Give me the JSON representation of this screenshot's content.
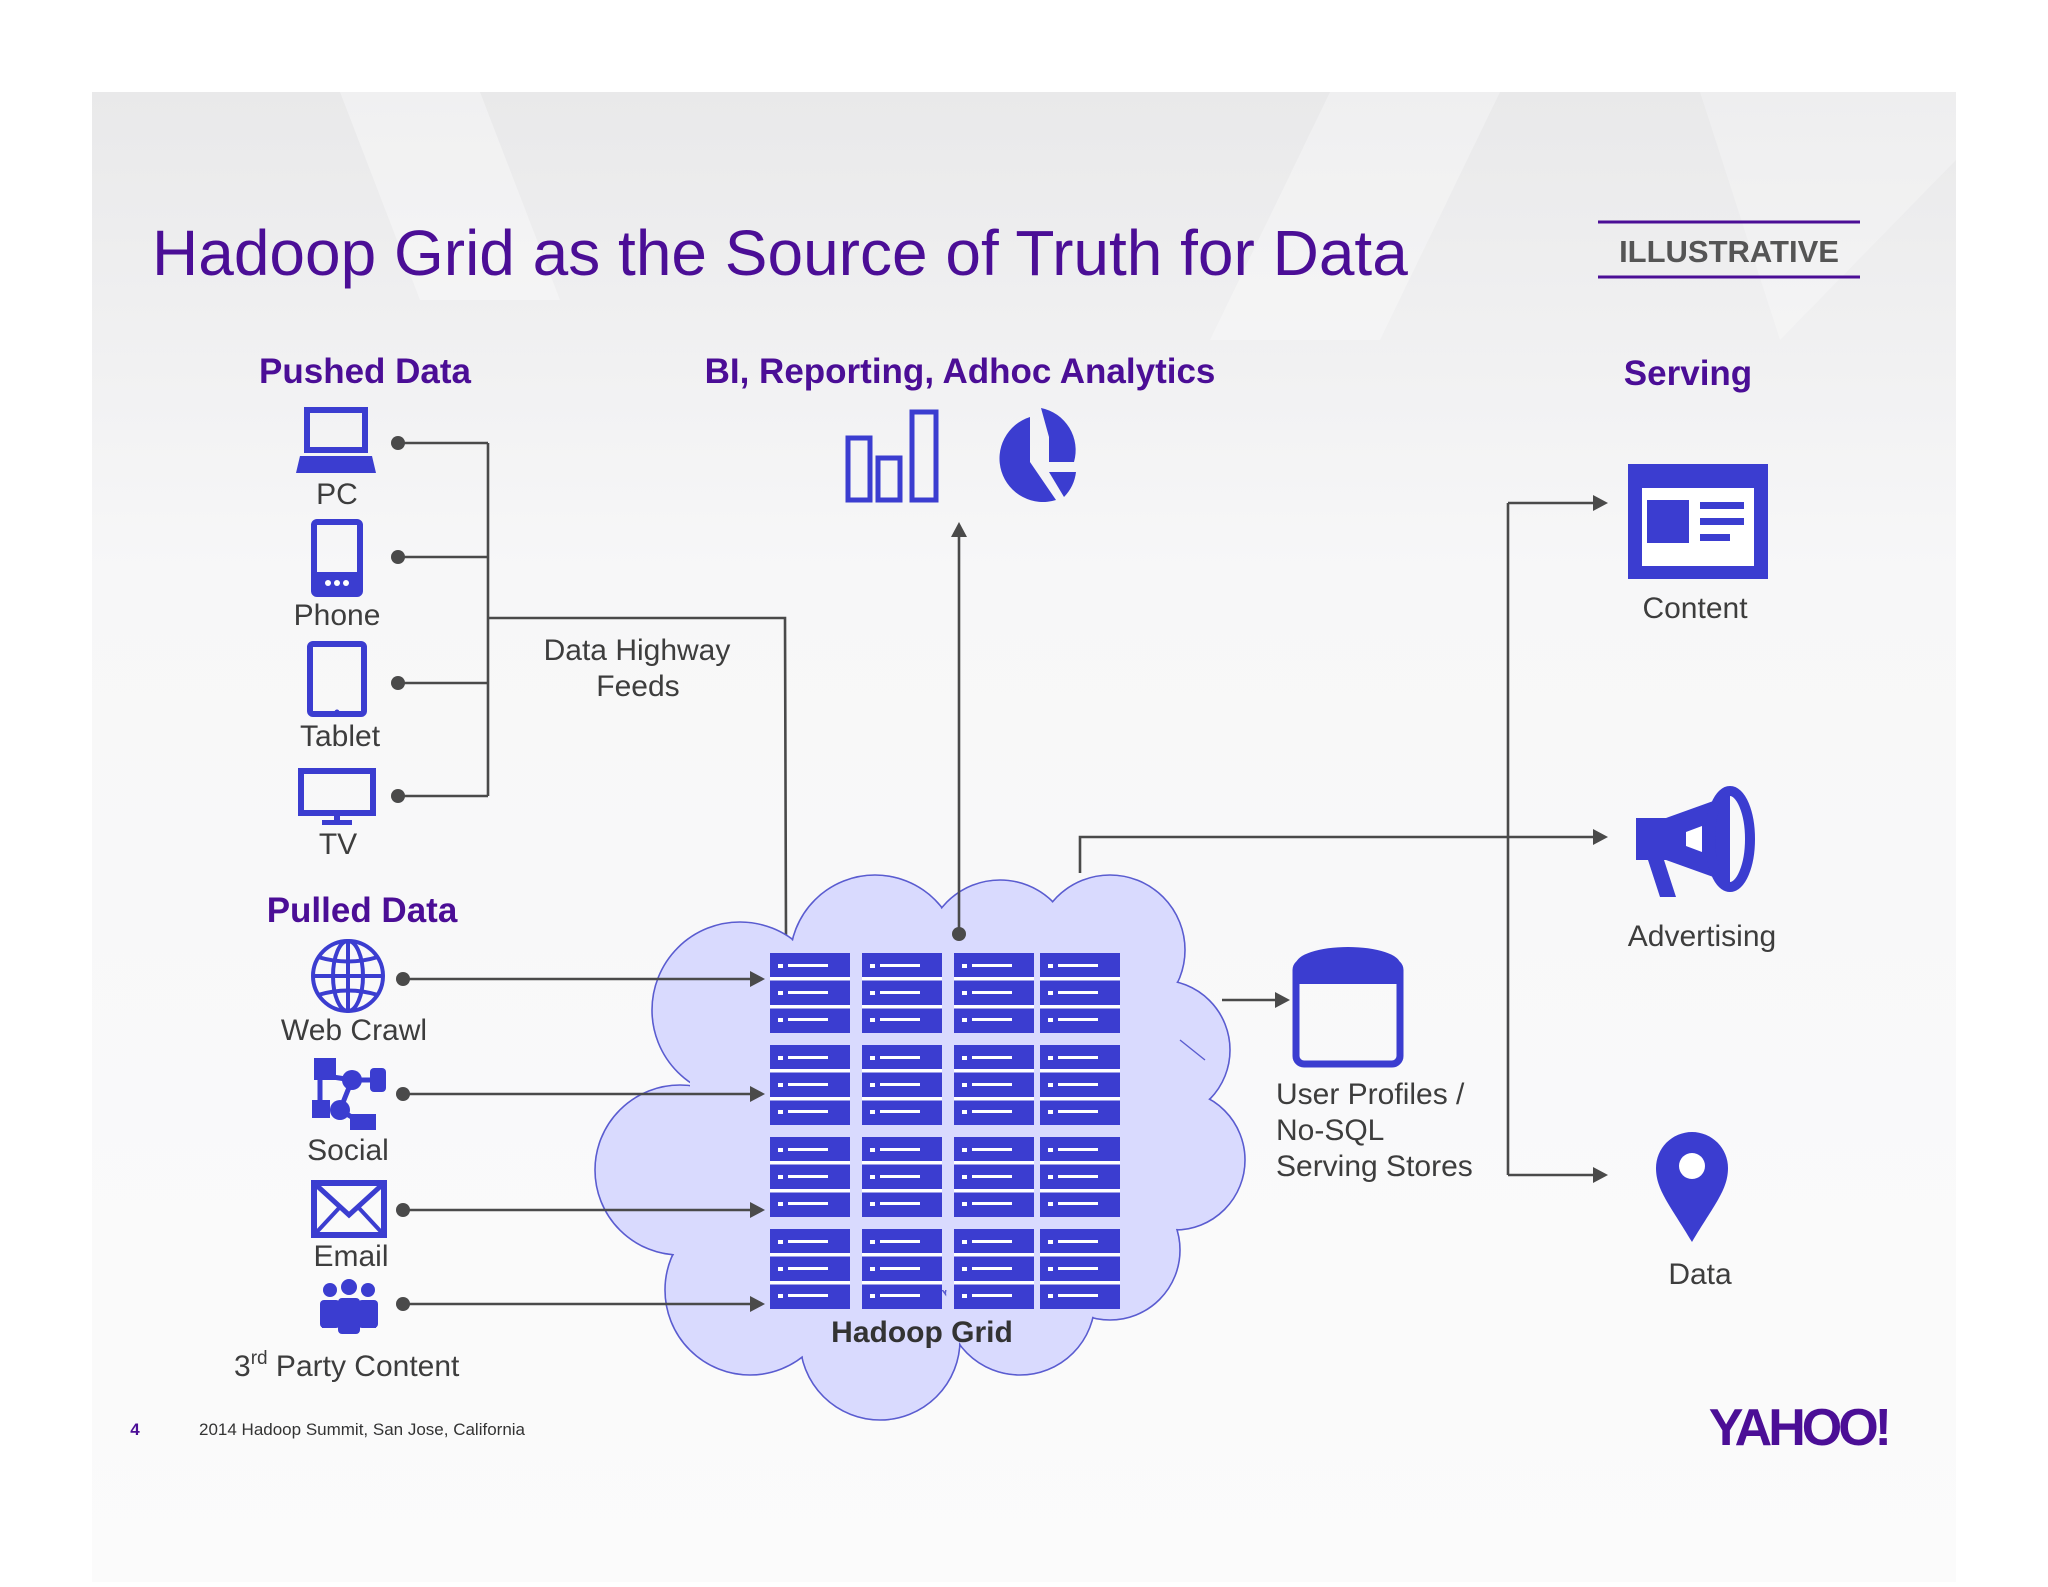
{
  "slide": {
    "title": "Hadoop Grid as the Source of Truth for Data",
    "badge": "ILLUSTRATIVE",
    "page_number": "4",
    "footer": "2014 Hadoop Summit, San Jose, California",
    "logo": "YAHOO!"
  },
  "colors": {
    "title": "#4b0e96",
    "icon_blue": "#3b3dd0",
    "cloud_fill": "#d9dafe",
    "cloud_stroke": "#5a5cd0",
    "connector": "#4a4a4a",
    "label_text": "#3d3d3d"
  },
  "pushed": {
    "heading": "Pushed Data",
    "items": [
      {
        "label": "PC",
        "icon": "laptop-icon"
      },
      {
        "label": "Phone",
        "icon": "phone-icon"
      },
      {
        "label": "Tablet",
        "icon": "tablet-icon"
      },
      {
        "label": "TV",
        "icon": "tv-icon"
      }
    ],
    "feed_label_line1": "Data Highway",
    "feed_label_line2": "Feeds"
  },
  "pulled": {
    "heading": "Pulled Data",
    "items": [
      {
        "label": "Web Crawl",
        "icon": "globe-icon"
      },
      {
        "label": "Social",
        "icon": "network-icon"
      },
      {
        "label": "Email",
        "icon": "envelope-icon"
      },
      {
        "label_main": " Party Content",
        "label_prefix": "3",
        "label_sup": "rd",
        "icon": "people-icon"
      }
    ]
  },
  "bi": {
    "heading": "BI, Reporting, Adhoc Analytics",
    "icons": [
      "bar-chart-icon",
      "pie-chart-icon"
    ]
  },
  "grid": {
    "label": "Hadoop Grid",
    "icon": "server-rack-icon"
  },
  "store": {
    "line1": "User Profiles /",
    "line2": "No-SQL",
    "line3": "Serving Stores",
    "icon": "database-icon"
  },
  "serving": {
    "heading": "Serving",
    "items": [
      {
        "label": "Content",
        "icon": "article-icon"
      },
      {
        "label": "Advertising",
        "icon": "megaphone-icon"
      },
      {
        "label": "Data",
        "icon": "map-pin-icon"
      }
    ]
  }
}
